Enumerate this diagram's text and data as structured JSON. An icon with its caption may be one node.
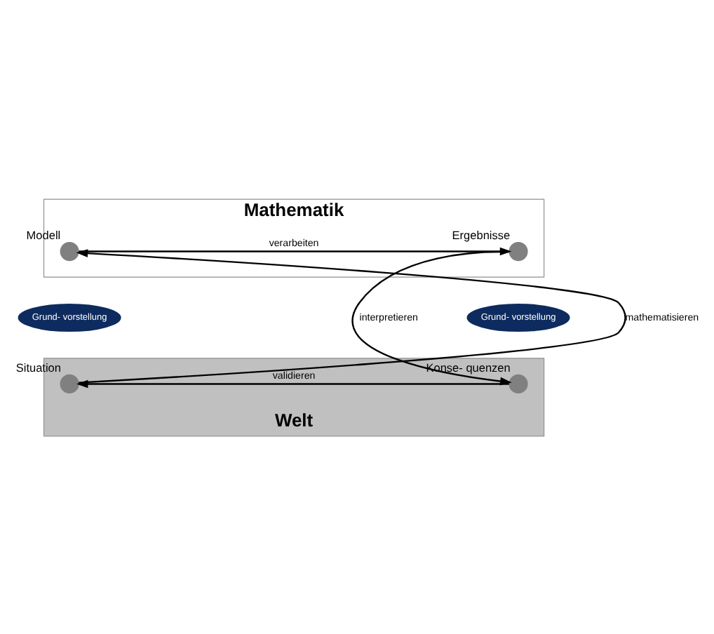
{
  "diagram": {
    "nodes": [
      {
        "text": [
          "Mathematik"
        ]
      },
      {
        "text": [
          "Welt"
        ]
      },
      {
        "text": [],
        "shape": "circle",
        "beside": [
          "Modell"
        ],
        "in": 0
      },
      {
        "text": [],
        "shape": "circle",
        "beside": [
          "Ergebnisse"
        ],
        "in": 0
      },
      {
        "text": [],
        "shape": "circle",
        "beside": [
          "Situation"
        ],
        "in": 1
      },
      {
        "text": [],
        "shape": "circle",
        "beside": [
          "Konse- quenzen"
        ],
        "in": 1
      },
      {
        "text": [
          "Grund- vorstellung"
        ]
      },
      {
        "text": [
          "Grund- vorstellung"
        ]
      }
    ],
    "edges": [
      {
        "from": 2,
        "to": 3,
        "arrow": "to",
        "label": "verarbeiten"
      },
      {
        "from": 3,
        "to": 5,
        "arrow": "to",
        "label": "interpretieren"
      },
      {
        "from": 5,
        "to": 4,
        "arrow": "to",
        "label": "validieren"
      },
      {
        "from": 4,
        "to": 2,
        "arrow": "to",
        "label": "mathematisieren"
      }
    ]
  }
}
